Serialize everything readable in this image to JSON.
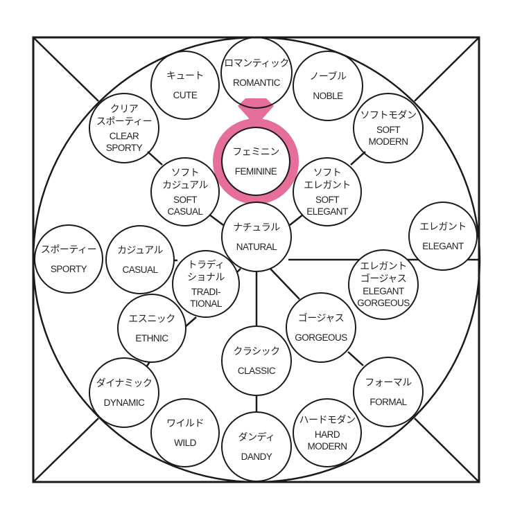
{
  "diagram": {
    "title": "",
    "highlight": {
      "node": "feminine",
      "color": "#E56E9A",
      "shape": "ring"
    },
    "nodes": [
      {
        "id": "romantic",
        "ja": "ロマンティック",
        "en": "ROMANTIC"
      },
      {
        "id": "cute",
        "ja": "キュート",
        "en": "CUTE"
      },
      {
        "id": "noble",
        "ja": "ノーブル",
        "en": "NOBLE"
      },
      {
        "id": "clear-sporty",
        "ja": "クリア\nスポーティー",
        "en": "CLEAR\nSPORTY"
      },
      {
        "id": "soft-modern",
        "ja": "ソフトモダン",
        "en": "SOFT\nMODERN"
      },
      {
        "id": "feminine",
        "ja": "フェミニン",
        "en": "FEMININE"
      },
      {
        "id": "soft-casual",
        "ja": "ソフト\nカジュアル",
        "en": "SOFT\nCASUAL"
      },
      {
        "id": "soft-elegant",
        "ja": "ソフト\nエレガント",
        "en": "SOFT\nELEGANT"
      },
      {
        "id": "natural",
        "ja": "ナチュラル",
        "en": "NATURAL"
      },
      {
        "id": "elegant",
        "ja": "エレガント",
        "en": "ELEGANT"
      },
      {
        "id": "sporty",
        "ja": "スポーティー",
        "en": "SPORTY"
      },
      {
        "id": "casual",
        "ja": "カジュアル",
        "en": "CASUAL"
      },
      {
        "id": "traditional",
        "ja": "トラディ\nショナル",
        "en": "TRADI-\nTIONAL"
      },
      {
        "id": "elegant-gorgeous",
        "ja": "エレガント\nゴージャス",
        "en": "ELEGANT\nGORGEOUS"
      },
      {
        "id": "ethnic",
        "ja": "エスニック",
        "en": "ETHNIC"
      },
      {
        "id": "gorgeous",
        "ja": "ゴージャス",
        "en": "GORGEOUS"
      },
      {
        "id": "classic",
        "ja": "クラシック",
        "en": "CLASSIC"
      },
      {
        "id": "dynamic",
        "ja": "ダイナミック",
        "en": "DYNAMIC"
      },
      {
        "id": "formal",
        "ja": "フォーマル",
        "en": "FORMAL"
      },
      {
        "id": "wild",
        "ja": "ワイルド",
        "en": "WILD"
      },
      {
        "id": "dandy",
        "ja": "ダンディ",
        "en": "DANDY"
      },
      {
        "id": "hard-modern",
        "ja": "ハードモダン",
        "en": "HARD\nMODERN"
      }
    ],
    "connections": [
      [
        "clear-sporty",
        "soft-casual"
      ],
      [
        "soft-casual",
        "natural"
      ],
      [
        "soft-modern",
        "soft-elegant"
      ],
      [
        "soft-elegant",
        "natural"
      ],
      [
        "natural",
        "traditional"
      ],
      [
        "natural",
        "classic"
      ],
      [
        "natural",
        "gorgeous"
      ],
      [
        "natural",
        "elegant-gorgeous"
      ],
      [
        "elegant-gorgeous",
        "elegant"
      ],
      [
        "casual",
        "traditional"
      ],
      [
        "traditional",
        "ethnic"
      ],
      [
        "ethnic",
        "dynamic"
      ],
      [
        "classic",
        "dandy"
      ],
      [
        "gorgeous",
        "formal"
      ]
    ],
    "colors": {
      "line": "#1a1a1a",
      "text": "#222222",
      "background": "#ffffff"
    }
  }
}
